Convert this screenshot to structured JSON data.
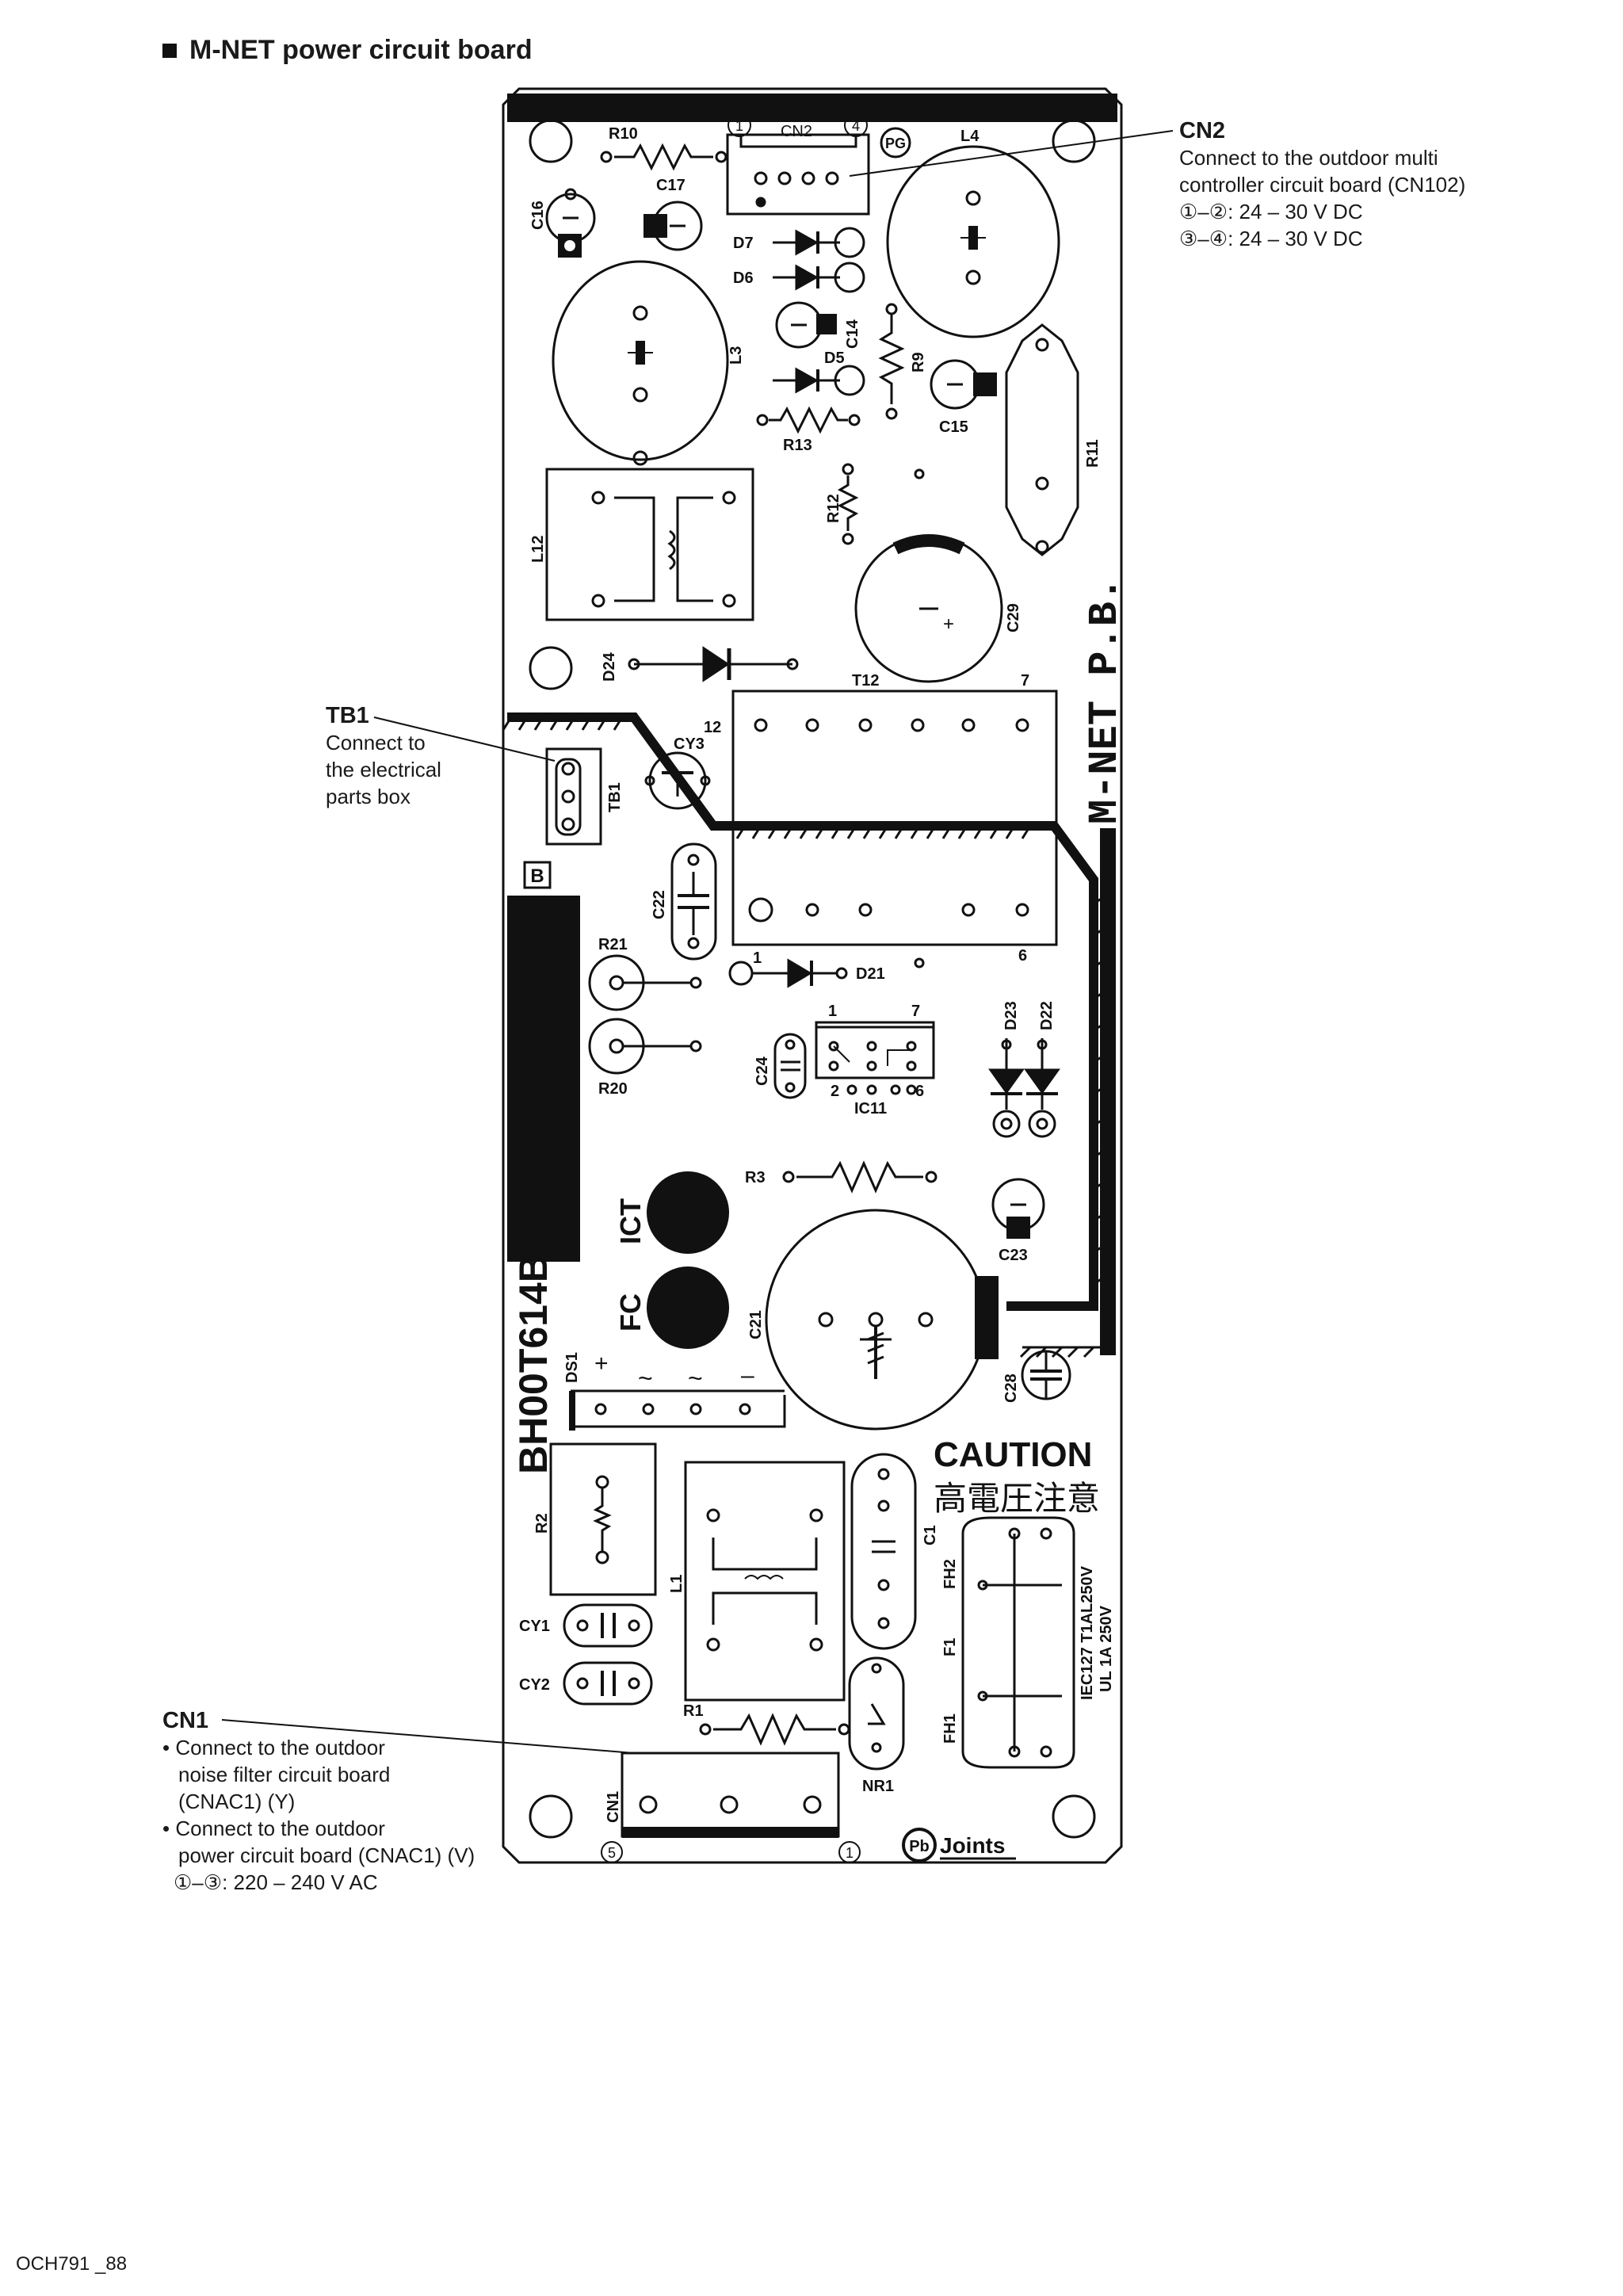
{
  "title": "M-NET power circuit board",
  "footer": "OCH791 _88",
  "callouts": {
    "cn2": {
      "heading": "CN2",
      "lines": [
        "Connect to the outdoor multi",
        "controller circuit board (CN102)",
        "①–②: 24 – 30 V DC",
        "③–④: 24 – 30 V DC"
      ]
    },
    "tb1": {
      "heading": "TB1",
      "lines": [
        "Connect to",
        "the electrical",
        "parts box"
      ]
    },
    "cn1": {
      "heading": "CN1",
      "lines": [
        "• Connect to the outdoor",
        "noise filter circuit board",
        "(CNAC1) (Y)",
        "• Connect to the outdoor",
        "power circuit board (CNAC1) (V)",
        "①–③: 220 – 240 V AC"
      ]
    }
  },
  "board": {
    "name": "M-NET P.B.",
    "part_number": "BH00T614B",
    "caution": "CAUTION",
    "caution_jp": "高電圧注意",
    "joints": "Joints",
    "pb_mark": "Pb",
    "pg_mark": "PG",
    "b_mark": "B",
    "fuse_rating": "IEC127 T1AL250V",
    "fuse_rating_ul": "UL 1A 250V",
    "pin_labels": {
      "cn2_1": "1",
      "cn2_4": "4",
      "cn1_5": "5",
      "cn1_1": "1",
      "ds1_plus": "+",
      "ds1_ac1": "~",
      "ds1_ac2": "~",
      "ds1_minus": "–",
      "t12_12": "12",
      "t12_7": "7",
      "t12_1": "1",
      "t12_6": "6",
      "ic11_1": "1",
      "ic11_7": "7",
      "ic11_2": "2",
      "ic11_6": "6"
    },
    "components": {
      "r10": "R10",
      "cn2": "CN2",
      "l4": "L4",
      "c16": "C16",
      "c17": "C17",
      "d7": "D7",
      "d6": "D6",
      "c14": "C14",
      "d5": "D5",
      "r9": "R9",
      "c15": "C15",
      "r11": "R11",
      "l3": "L3",
      "r13": "R13",
      "r12": "R12",
      "l12": "L12",
      "c29": "C29",
      "d24": "D24",
      "t12": "T12",
      "cy3": "CY3",
      "tb1": "TB1",
      "c22": "C22",
      "r21": "R21",
      "d21": "D21",
      "r20": "R20",
      "c24": "C24",
      "ic11": "IC11",
      "d23": "D23",
      "d22": "D22",
      "r3": "R3",
      "ict": "ICT",
      "fc": "FC",
      "c23": "C23",
      "c21": "C21",
      "c28": "C28",
      "ds1": "DS1",
      "r2": "R2",
      "l1": "L1",
      "c1": "C1",
      "fh2": "FH2",
      "f1": "F1",
      "fh1": "FH1",
      "cy1": "CY1",
      "cy2": "CY2",
      "r1": "R1",
      "cn1": "CN1",
      "nr1": "NR1"
    }
  }
}
